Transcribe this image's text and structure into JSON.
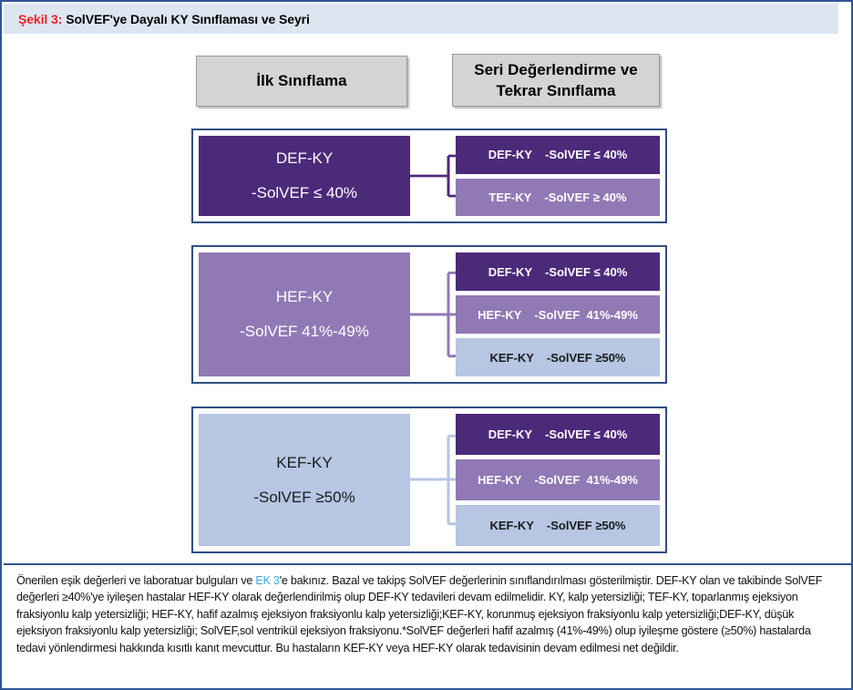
{
  "header": {
    "label": "Şekil 3:",
    "title": "SolVEF'ye Dayalı KY Sınıflaması ve Seyri",
    "label_color": "#e8232a",
    "band_color": "#dce6f1"
  },
  "columns": {
    "initial": "İlk Sınıflama",
    "serial_line1": "Seri Değerlendirme ve",
    "serial_line2": "Tekrar Sınıflama"
  },
  "colors": {
    "dark_purple": "#4c2a7a",
    "mid_purple": "#9179b5",
    "light_blue": "#b6c6e3",
    "frame_navy": "#2f4f82",
    "outer_border": "#2f5496",
    "link_blue": "#35a8e0"
  },
  "rows": [
    {
      "id": "def-ky",
      "theme": "dark",
      "left": {
        "name": "DEF-KY",
        "value": "-SolVEF ≤ 40%"
      },
      "outcomes": [
        {
          "theme": "dark",
          "name": "DEF-KY",
          "value": "-SolVEF ≤ 40%"
        },
        {
          "theme": "mid",
          "name": "TEF-KY",
          "value": "-SolVEF ≥ 40%"
        }
      ]
    },
    {
      "id": "hef-ky",
      "theme": "mid",
      "left": {
        "name": "HEF-KY",
        "value": "-SolVEF  41%-49%"
      },
      "outcomes": [
        {
          "theme": "dark",
          "name": "DEF-KY",
          "value": "-SolVEF ≤ 40%"
        },
        {
          "theme": "mid",
          "name": "HEF-KY",
          "value": "-SolVEF  41%-49%"
        },
        {
          "theme": "light",
          "name": "KEF-KY",
          "value": "-SolVEF ≥50%"
        }
      ]
    },
    {
      "id": "kef-ky",
      "theme": "light",
      "left": {
        "name": "KEF-KY",
        "value": "-SolVEF ≥50%"
      },
      "outcomes": [
        {
          "theme": "dark",
          "name": "DEF-KY",
          "value": "-SolVEF ≤ 40%"
        },
        {
          "theme": "mid",
          "name": "HEF-KY",
          "value": "-SolVEF  41%-49%"
        },
        {
          "theme": "light",
          "name": "KEF-KY",
          "value": "-SolVEF ≥50%"
        }
      ]
    }
  ],
  "footnote": {
    "part1": "Önerilen eşik değerleri ve laboratuar bulguları ve ",
    "link": "EK 3",
    "part2": "'e bakınız. Bazal ve takipş SolVEF değerlerinin sınıflandırılması gösterilmiştir. DEF-KY olan ve takibinde SolVEF değerleri  ≥40%'ye iyileşen hastalar HEF-KY olarak değerlendirilmiş olup DEF-KY tedavileri devam edilmelidir. KY, kalp yetersizliği; TEF-KY, toparlanmış ejeksiyon fraksiyonlu kalp yetersizliği; HEF-KY, hafif azalmış ejeksiyon fraksiyonlu kalp yetersizliği;KEF-KY, korunmuş ejeksiyon fraksiyonlu kalp yetersizliği;DEF-KY, düşük ejeksiyon fraksiyonlu kalp yetersizliği; SolVEF,sol ventrikül ejeksiyon fraksiyonu.*SolVEF değerleri hafif azalmış (41%-49%) olup iyileşme göstere (≥50%) hastalarda tedavi yönlendirmesi hakkında kısıtlı kanıt mevcuttur. Bu hastaların KEF-KY veya HEF-KY olarak tedavisinin devam edilmesi net değildir."
  }
}
